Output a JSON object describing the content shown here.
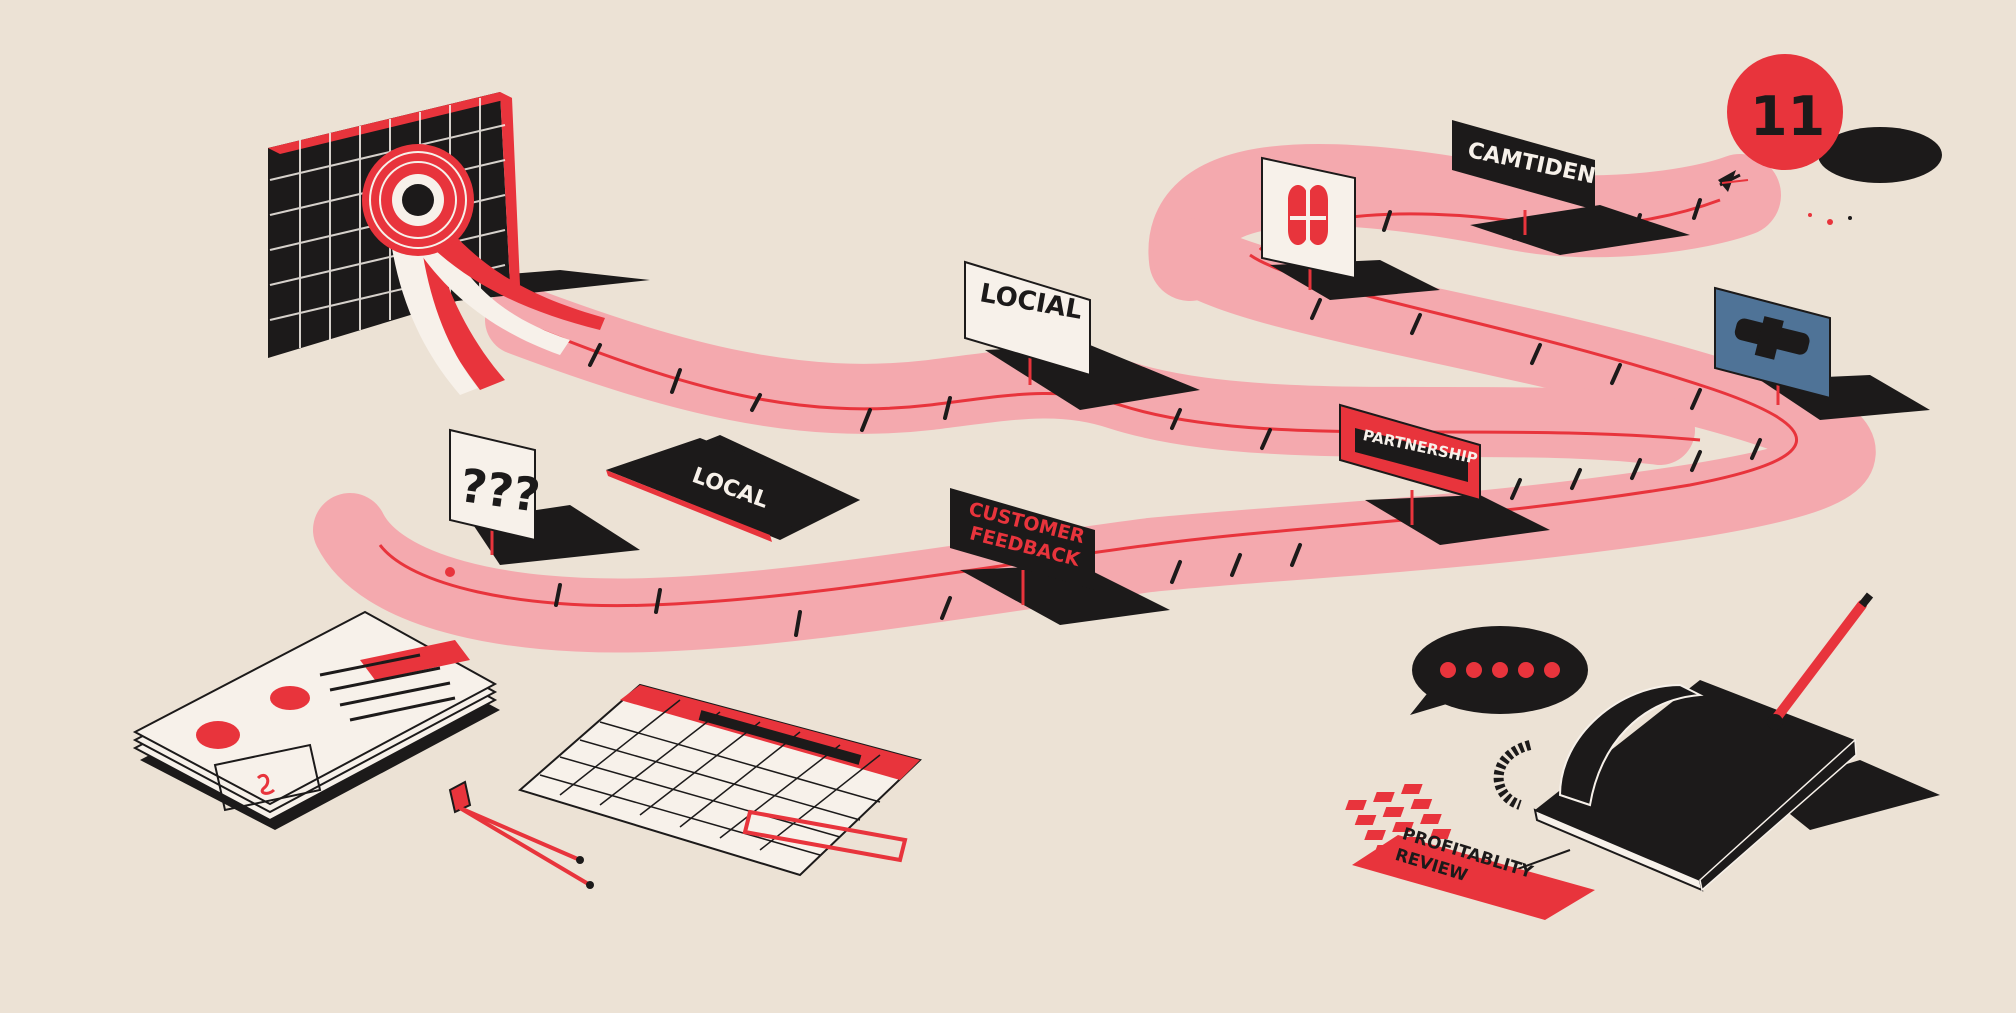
{
  "signs": {
    "camtiden": "CAMTIDEN",
    "locial": "LOCIAL",
    "local": "LOCAL",
    "partnership": "PARTNERSHIP",
    "customer_feedback_line1": "CUSTOMER",
    "customer_feedback_line2": "FEEDBACK",
    "question_marks": "???",
    "profitability_line1": "PROFITABLITY",
    "profitability_line2": "REVIEW"
  },
  "badge": {
    "number": "11"
  },
  "colors": {
    "background": "#ece2d5",
    "path": "#f4a9ae",
    "accent_red": "#e8343c",
    "dark": "#1c1a1a",
    "white": "#f7f1ea",
    "blue_sign": "#4f7397"
  },
  "icons": [
    "ribbon-rosette",
    "flag-sign",
    "speech-bubble",
    "desk-phone",
    "pen",
    "calendar-grid",
    "document-stack",
    "compass-divider"
  ]
}
